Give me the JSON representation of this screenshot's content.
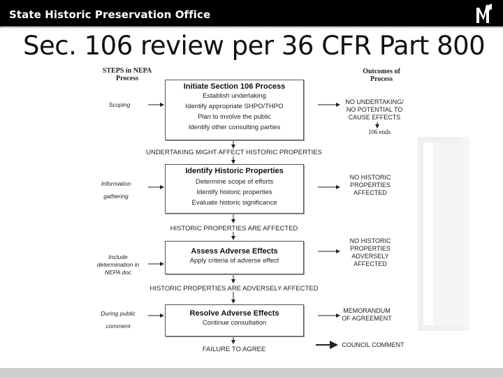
{
  "header": {
    "org": "State Historic Preservation Office",
    "title": "Sec. 106 review per 36 CFR Part 800"
  },
  "columns": {
    "steps": "STEPS in NEPA Process",
    "outcomes": "Outcomes of Process"
  },
  "boxes": [
    {
      "title": "Initiate Section 106 Process",
      "lines": [
        "Establish undertaking",
        "Identify appropriate SHPO/THPO",
        "Plan to involve the public",
        "Identify other consulting parties"
      ]
    },
    {
      "title": "Identify Historic Properties",
      "lines": [
        "Determine scope of efforts",
        "Identify historic properties",
        "Evaluate historic significance"
      ]
    },
    {
      "title": "Assess Adverse Effects",
      "lines": [
        "Apply criteria of adverse effect"
      ]
    },
    {
      "title": "Resolve Adverse Effects",
      "lines": [
        "Continue consultation"
      ]
    }
  ],
  "between_labels": [
    "UNDERTAKING MIGHT AFFECT HISTORIC PROPERTIES",
    "HISTORIC PROPERTIES ARE AFFECTED",
    "HISTORIC PROPERTIES ARE ADVERSELY AFFECTED",
    "FAILURE TO AGREE"
  ],
  "nepa_steps": {
    "scoping": "Scoping",
    "info_1": "Information",
    "info_2": "gathering",
    "include_1": "Include",
    "include_2": "determination in",
    "include_3": "NEPA doc",
    "public_1": "During public",
    "public_2": "comment"
  },
  "outcomes": {
    "o1_a": "NO UNDERTAKING/",
    "o1_b": "NO POTENTIAL TO",
    "o1_c": "CAUSE EFFECTS",
    "o1_end": "106 ends",
    "o2_a": "NO HISTORIC",
    "o2_b": "PROPERTIES",
    "o2_c": "AFFECTED",
    "o3_a": "NO HISTORIC",
    "o3_b": "PROPERTIES",
    "o3_c": "ADVERSELY",
    "o3_d": "AFFECTED",
    "o4_a": "MEMORANDUM",
    "o4_b": "OF AGREEMENT",
    "o5": "COUNCIL COMMENT"
  }
}
